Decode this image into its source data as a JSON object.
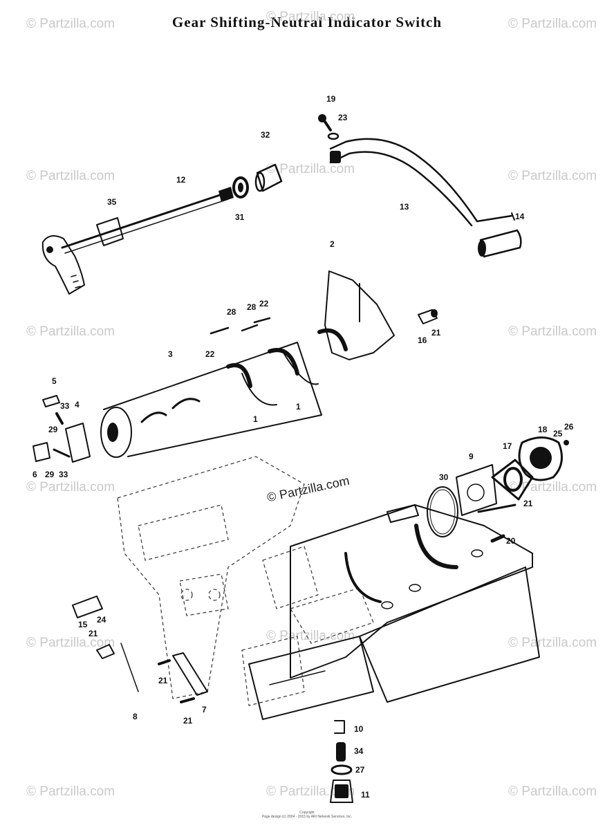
{
  "title": "Gear Shifting-Neutral Indicator Switch",
  "watermark_text": "© Partzilla.com",
  "watermark_center_text": "© Partzilla.com",
  "footer": {
    "line1": "Copyright",
    "line2": "Page design (c) 2004 - 2015 by ARI Network Services, Inc."
  },
  "callouts": {
    "c19": "19",
    "c23": "23",
    "c32": "32",
    "c12": "12",
    "c35": "35",
    "c31": "31",
    "c13": "13",
    "c14": "14",
    "c2": "2",
    "c28a": "28",
    "c28b": "28",
    "c22a": "22",
    "c16": "16",
    "c21a": "21",
    "c3": "3",
    "c22b": "22",
    "c5": "5",
    "c33a": "33",
    "c4": "4",
    "c29a": "29",
    "c1a": "1",
    "c1b": "1",
    "c6": "6",
    "c29b": "29",
    "c33b": "33",
    "c18a": "18",
    "c26": "26",
    "c25": "25",
    "c17": "17",
    "c9": "9",
    "c30": "30",
    "c21b": "21",
    "c20": "20",
    "c15": "15",
    "c24": "24",
    "c21c": "21",
    "c21d": "21",
    "c7": "7",
    "c8": "8",
    "c21e": "21",
    "c10": "10",
    "c34": "34",
    "c27": "27",
    "c11": "11"
  }
}
